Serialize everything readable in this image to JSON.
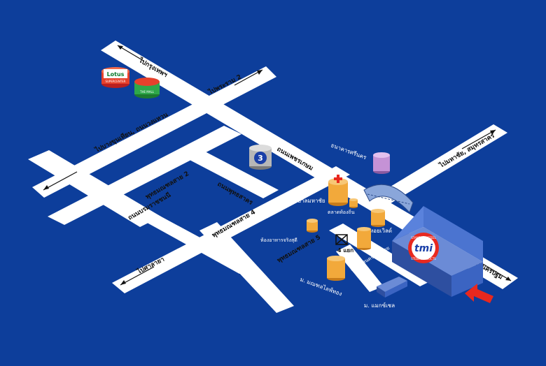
{
  "map": {
    "colors": {
      "background": "#0d3e9b",
      "road": "#ffffff",
      "factory": "#3b64c2",
      "pointer_arrow": "#e8281e",
      "hospital_cross": "#e8281e",
      "landmark_orange": "#f2a93b",
      "landmark_purple": "#c592d6"
    },
    "directions": {
      "to_bangkok": "ไปกรุงเทพฯ",
      "to_pradiphat_2": "ไปพระราม 2",
      "to_bangkhuntien": "ไปบางขุนเทียน, ถนนวงแหวน",
      "to_mahachai": "ไปมหาชัย, สมุทรสาคร",
      "to_nakhonpathom": "ไปนครปฐม",
      "to_sala_ya": "ไปศาลายา"
    },
    "roads": {
      "phetkasem": "ถนนเพชรเกษม",
      "phuttha_monthon_2": "พุทธมณฑลสาย 2",
      "phuttha_monthon_4": "พุทธมณฑลสาย 4",
      "phuttha_monthon_5": "พุทธมณฑลสาย 5",
      "phutthaksan": "ถนนพุทธสาคร",
      "borommaratchachonnani": "ถนนบรมราชชนนี"
    },
    "landmarks": {
      "lotus": "Lotus",
      "lotus_sub": "SUPERCENTER",
      "the_mall": "THE MALL",
      "channel_3": "3",
      "bank": "ธนาคารศรีนคร",
      "hospital": "โรงพยาบาลมหาชัย",
      "market": "ตลาดท้องถิ่น",
      "tower": "หอยเวิลด์",
      "restaurant": "ห้องอาหารจริงสุดี",
      "intersection": "4 แยก",
      "city": "เทศบาลนครอ้อมน้อย",
      "village_1": "ม. มณฑลไลฟ์ทอง",
      "village_2": "ม. แมกซ์เชล"
    },
    "company": {
      "top_text": "STANDARD STEEL",
      "logo": "tmi",
      "bottom_text": "STEEL PRODUCTS"
    }
  }
}
